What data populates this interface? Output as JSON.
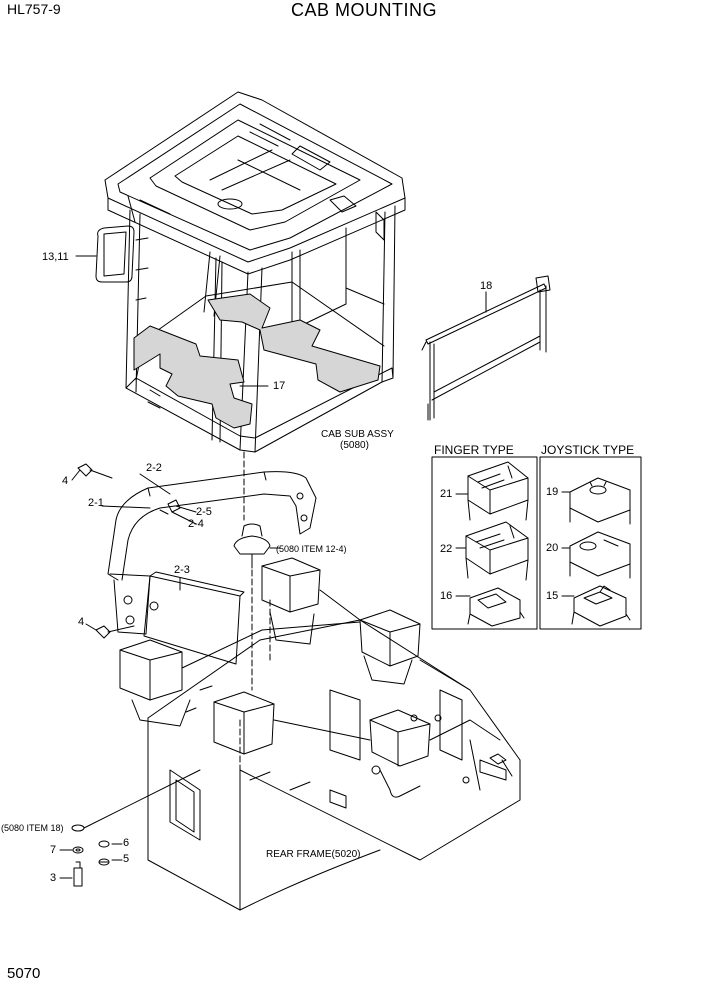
{
  "header": {
    "model": "HL757-9",
    "title": "CAB MOUNTING"
  },
  "footer": {
    "page_number": "5070"
  },
  "labels": {
    "cab_sub_assy": "CAB SUB ASSY",
    "cab_sub_assy_ref": "(5080)",
    "item_12_4_ref": "(5080 ITEM 12-4)",
    "item_18_ref": "(5080 ITEM 18)",
    "rear_frame": "REAR FRAME(5020)"
  },
  "callouts": {
    "c13_11": "13,11",
    "c18": "18",
    "c17": "17",
    "c4a": "4",
    "c2_2": "2-2",
    "c2_1": "2-1",
    "c2_5": "2-5",
    "c2_4": "2-4",
    "c2_3": "2-3",
    "c4b": "4",
    "c6": "6",
    "c7": "7",
    "c5": "5",
    "c3": "3"
  },
  "finger_box": {
    "title": "FINGER TYPE",
    "items": [
      "21",
      "22",
      "16"
    ]
  },
  "joystick_box": {
    "title": "JOYSTICK TYPE",
    "items": [
      "19",
      "20",
      "15"
    ]
  }
}
